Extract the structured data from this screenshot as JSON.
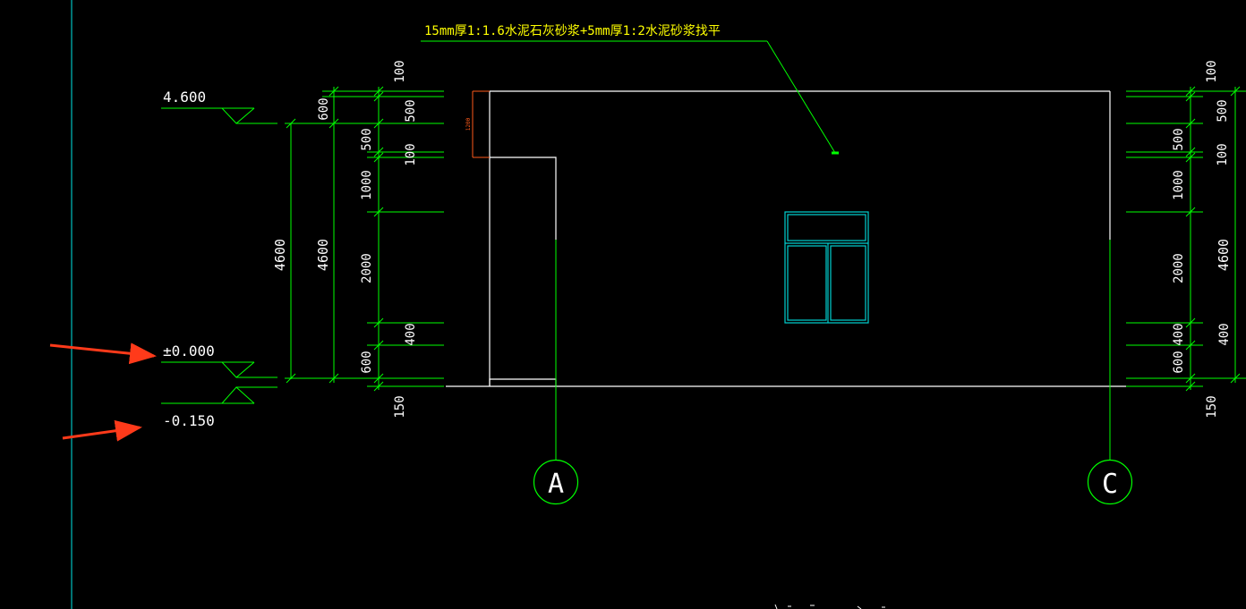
{
  "colors": {
    "background": "#000000",
    "dimension": "#00ff00",
    "outline": "#ffffff",
    "window": "#00d0d0",
    "axis": "#00e5e5",
    "note": "#ffff00",
    "marker": "#ff3a1a",
    "small_dim": "#ff5a1a"
  },
  "note": "15mm厚1:1.6水泥石灰砂浆+5mm厚1:2水泥砂浆找平",
  "elevations": {
    "top": "4.600",
    "zero": "±0.000",
    "bottom": "-0.150"
  },
  "left_dims": {
    "total_outer": "4600",
    "total_inner": "4600",
    "top_100": "100",
    "seg_600_top": "600",
    "seg_500": "500",
    "seg_100": "100",
    "seg_1000": "1000",
    "seg_2000": "2000",
    "seg_400": "400",
    "seg_600_bottom": "600",
    "seg_150": "150"
  },
  "right_dims": {
    "top_100": "100",
    "seg_500_top": "500",
    "seg_500": "500",
    "seg_100": "100",
    "seg_1000": "1000",
    "seg_2000": "2000",
    "seg_400": "400",
    "seg_400_outer": "400",
    "seg_600_bottom": "600",
    "total": "4600",
    "seg_150": "150"
  },
  "small_dim": "1200",
  "axes": {
    "left": "A",
    "right": "C"
  }
}
